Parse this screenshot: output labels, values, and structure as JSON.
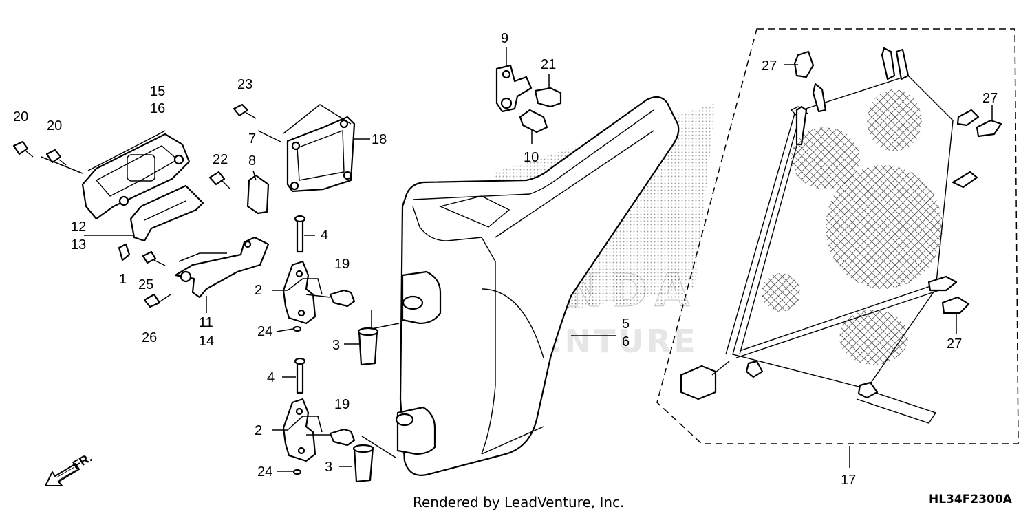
{
  "footer": {
    "render_credit": "Rendered by LeadVenture, Inc.",
    "diagram_code": "HL34F2300A"
  },
  "watermark": {
    "brand": "HONDA",
    "company": "LEADVENTURE"
  },
  "direction_indicator": "FR.",
  "callouts": {
    "c1": "1",
    "c2a": "2",
    "c2b": "2",
    "c3a": "3",
    "c3b": "3",
    "c4a": "4",
    "c4b": "4",
    "c5": "5",
    "c6": "6",
    "c7": "7",
    "c8": "8",
    "c9": "9",
    "c10": "10",
    "c11": "11",
    "c12": "12",
    "c13": "13",
    "c14": "14",
    "c15": "15",
    "c16": "16",
    "c17": "17",
    "c18": "18",
    "c19a": "19",
    "c19b": "19",
    "c20a": "20",
    "c20b": "20",
    "c21": "21",
    "c22": "22",
    "c23": "23",
    "c24a": "24",
    "c24b": "24",
    "c25": "25",
    "c26": "26",
    "c27a": "27",
    "c27b": "27",
    "c27c": "27"
  },
  "colors": {
    "line": "#000000",
    "background": "#ffffff",
    "watermark": "#8c8c8c"
  }
}
